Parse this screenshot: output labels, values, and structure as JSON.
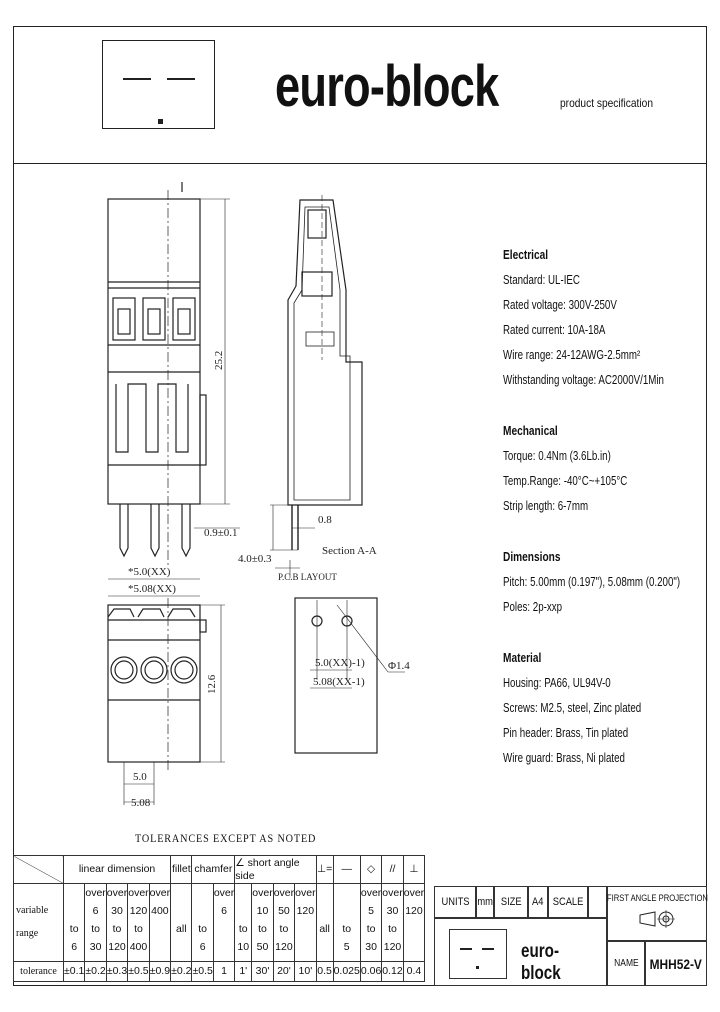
{
  "header": {
    "brand": "euro-block",
    "subtitle": "product specification"
  },
  "specs": {
    "electrical": {
      "heading": "Electrical",
      "lines": [
        "Standard: UL-IEC",
        "Rated voltage: 300V-250V",
        "Rated current: 10A-18A",
        "Wire range: 24-12AWG-2.5mm²",
        "Withstanding voltage: AC2000V/1Min"
      ]
    },
    "mechanical": {
      "heading": "Mechanical",
      "lines": [
        "Torque: 0.4Nm (3.6Lb.in)",
        "Temp.Range: -40°C~+105°C",
        "Strip length: 6-7mm"
      ]
    },
    "dimensions": {
      "heading": "Dimensions",
      "lines": [
        "Pitch: 5.00mm (0.197\"), 5.08mm (0.200\")",
        "Poles: 2p-xxp"
      ]
    },
    "material": {
      "heading": "Material",
      "lines": [
        "Housing: PA66, UL94V-0",
        "Screws: M2.5, steel, Zinc plated",
        "Pin header: Brass, Tin plated",
        "Wire guard: Brass, Ni plated"
      ]
    }
  },
  "drawing_labels": {
    "height": "25.2",
    "pin": "0.9±0.1",
    "len_a": "*5.0(XX)",
    "len_b": "*5.08(XX)",
    "depth": "12.6",
    "pitch_a": "5.0",
    "pitch_b": "5.08",
    "side_w": "0.8",
    "pin_len": "4.0±0.3",
    "section": "Section A-A",
    "pcb": "P.C.B LAYOUT",
    "hole": "Φ1.4",
    "pcb_a": "5.0(XX)-1)",
    "pcb_b": "5.08(XX-1)"
  },
  "tolerances": {
    "title": "TOLERANCES EXCEPT AS NOTED",
    "header": [
      "linear dimension",
      "fillet",
      "chamfer",
      "∠",
      "short angle side",
      "⊥=",
      "—",
      "◇",
      "//",
      "⊥"
    ],
    "row_label_a": "variable",
    "row_label_b": "range",
    "ranges": [
      [
        "",
        "",
        "to",
        "6"
      ],
      [
        "over",
        "6",
        "to",
        "30"
      ],
      [
        "over",
        "30",
        "to",
        "120"
      ],
      [
        "over",
        "120",
        "to",
        "400"
      ],
      [
        "over",
        "400",
        "",
        ""
      ],
      [
        "",
        "",
        "all",
        ""
      ],
      [
        "",
        "",
        "to",
        "6"
      ],
      [
        "over",
        "6",
        "",
        ""
      ],
      [
        "",
        "",
        "to",
        "10"
      ],
      [
        "over",
        "10",
        "to",
        "50"
      ],
      [
        "over",
        "50",
        "to",
        "120"
      ],
      [
        "over",
        "120",
        "",
        ""
      ],
      [
        "",
        "",
        "all",
        ""
      ],
      [
        "",
        "",
        "to",
        "5"
      ],
      [
        "over",
        "5",
        "to",
        "30"
      ],
      [
        "over",
        "30",
        "to",
        "120"
      ],
      [
        "over",
        "120",
        "",
        ""
      ]
    ],
    "tol_label": "tolerance",
    "values": [
      "±0.1",
      "±0.2",
      "±0.3",
      "±0.5",
      "±0.9",
      "±0.2",
      "±0.5",
      "1",
      "1'",
      "30'",
      "20'",
      "10'",
      "0.5",
      "0.025",
      "0.06",
      "0.12",
      "0.4"
    ]
  },
  "title_block": {
    "units_label": "UNITS",
    "units": "mm",
    "size_label": "SIZE",
    "size": "A4",
    "scale_label": "SCALE",
    "projection": "FIRST ANGLE PROJECTION",
    "brand": "euro-block",
    "name_label": "NAME",
    "part_name": "MHH52-V"
  }
}
